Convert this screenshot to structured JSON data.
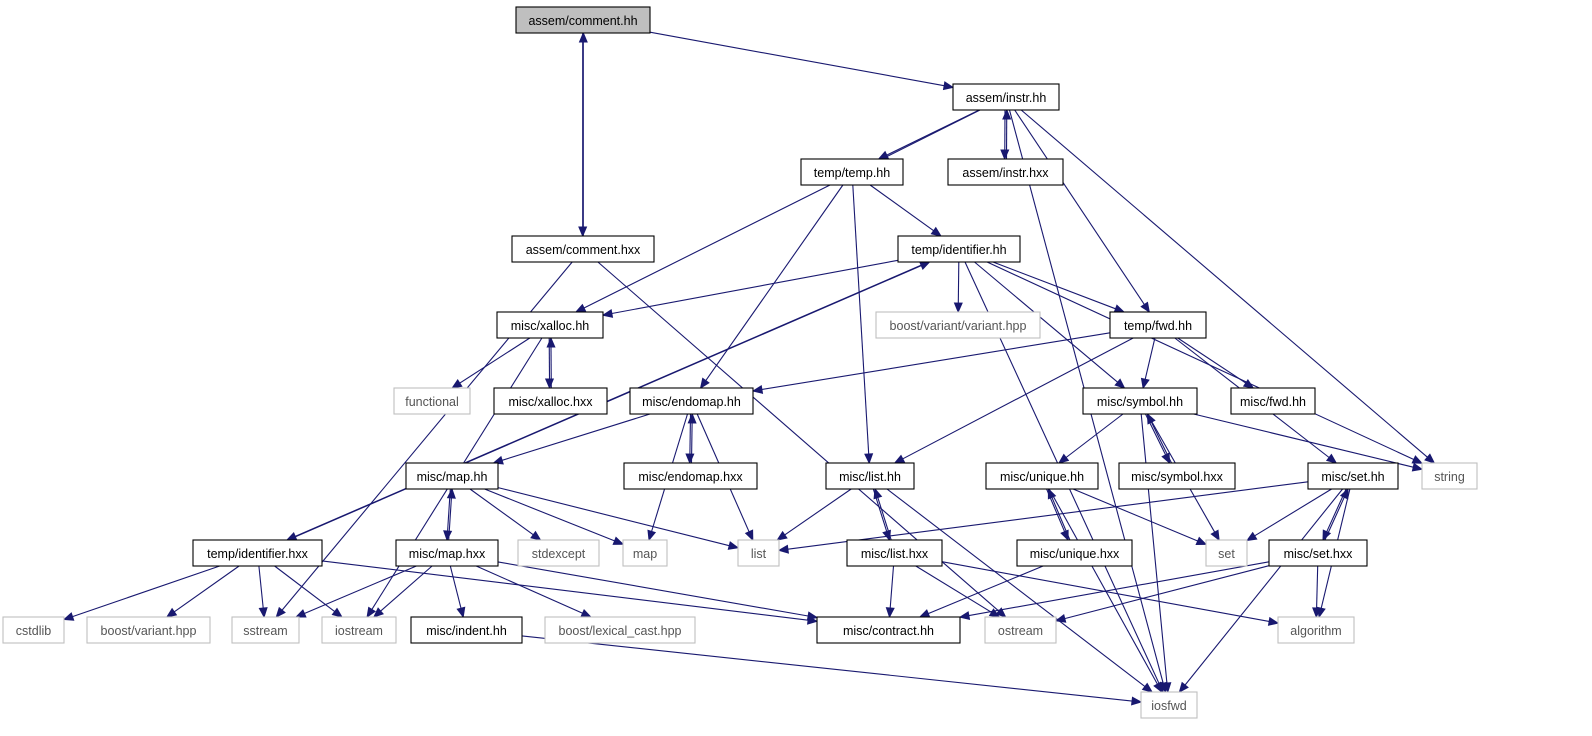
{
  "graph": {
    "nodes": [
      {
        "id": "comment_hh",
        "label": "assem/comment.hh",
        "kind": "root"
      },
      {
        "id": "instr_hh",
        "label": "assem/instr.hh",
        "kind": "internal"
      },
      {
        "id": "temp_hh",
        "label": "temp/temp.hh",
        "kind": "internal"
      },
      {
        "id": "instr_hxx",
        "label": "assem/instr.hxx",
        "kind": "internal"
      },
      {
        "id": "comment_hxx",
        "label": "assem/comment.hxx",
        "kind": "internal"
      },
      {
        "id": "identifier_hh",
        "label": "temp/identifier.hh",
        "kind": "internal"
      },
      {
        "id": "xalloc_hh",
        "label": "misc/xalloc.hh",
        "kind": "internal"
      },
      {
        "id": "boost_variant_variant",
        "label": "boost/variant/variant.hpp",
        "kind": "external"
      },
      {
        "id": "fwd_hh_temp",
        "label": "temp/fwd.hh",
        "kind": "internal"
      },
      {
        "id": "functional",
        "label": "functional",
        "kind": "external"
      },
      {
        "id": "xalloc_hxx",
        "label": "misc/xalloc.hxx",
        "kind": "internal"
      },
      {
        "id": "endomap_hh",
        "label": "misc/endomap.hh",
        "kind": "internal"
      },
      {
        "id": "symbol_hh",
        "label": "misc/symbol.hh",
        "kind": "internal"
      },
      {
        "id": "misc_fwd_hh",
        "label": "misc/fwd.hh",
        "kind": "internal"
      },
      {
        "id": "map_hh",
        "label": "misc/map.hh",
        "kind": "internal"
      },
      {
        "id": "endomap_hxx",
        "label": "misc/endomap.hxx",
        "kind": "internal"
      },
      {
        "id": "list_hh",
        "label": "misc/list.hh",
        "kind": "internal"
      },
      {
        "id": "unique_hh",
        "label": "misc/unique.hh",
        "kind": "internal"
      },
      {
        "id": "symbol_hxx",
        "label": "misc/symbol.hxx",
        "kind": "internal"
      },
      {
        "id": "set_hh",
        "label": "misc/set.hh",
        "kind": "internal"
      },
      {
        "id": "string",
        "label": "string",
        "kind": "external"
      },
      {
        "id": "identifier_hxx",
        "label": "temp/identifier.hxx",
        "kind": "internal"
      },
      {
        "id": "map_hxx",
        "label": "misc/map.hxx",
        "kind": "internal"
      },
      {
        "id": "stdexcept",
        "label": "stdexcept",
        "kind": "external"
      },
      {
        "id": "map",
        "label": "map",
        "kind": "external"
      },
      {
        "id": "list",
        "label": "list",
        "kind": "external"
      },
      {
        "id": "list_hxx",
        "label": "misc/list.hxx",
        "kind": "internal"
      },
      {
        "id": "unique_hxx",
        "label": "misc/unique.hxx",
        "kind": "internal"
      },
      {
        "id": "set",
        "label": "set",
        "kind": "external"
      },
      {
        "id": "set_hxx",
        "label": "misc/set.hxx",
        "kind": "internal"
      },
      {
        "id": "cstdlib",
        "label": "cstdlib",
        "kind": "external"
      },
      {
        "id": "boost_variant",
        "label": "boost/variant.hpp",
        "kind": "external"
      },
      {
        "id": "sstream",
        "label": "sstream",
        "kind": "external"
      },
      {
        "id": "iostream",
        "label": "iostream",
        "kind": "external"
      },
      {
        "id": "indent_hh",
        "label": "misc/indent.hh",
        "kind": "internal"
      },
      {
        "id": "lexical_cast",
        "label": "boost/lexical_cast.hpp",
        "kind": "external"
      },
      {
        "id": "contract_hh",
        "label": "misc/contract.hh",
        "kind": "internal"
      },
      {
        "id": "ostream",
        "label": "ostream",
        "kind": "external"
      },
      {
        "id": "algorithm",
        "label": "algorithm",
        "kind": "external"
      },
      {
        "id": "iosfwd",
        "label": "iosfwd",
        "kind": "external"
      }
    ],
    "edges": [
      {
        "from": "comment_hh",
        "to": "instr_hh"
      },
      {
        "from": "comment_hh",
        "to": "comment_hxx"
      },
      {
        "from": "comment_hxx",
        "to": "comment_hh"
      },
      {
        "from": "comment_hxx",
        "to": "sstream"
      },
      {
        "from": "comment_hxx",
        "to": "ostream"
      },
      {
        "from": "instr_hh",
        "to": "temp_hh"
      },
      {
        "from": "instr_hh",
        "to": "instr_hxx"
      },
      {
        "from": "instr_hxx",
        "to": "instr_hh"
      },
      {
        "from": "instr_hh",
        "to": "xalloc_hh"
      },
      {
        "from": "instr_hh",
        "to": "fwd_hh_temp"
      },
      {
        "from": "instr_hh",
        "to": "string"
      },
      {
        "from": "instr_hh",
        "to": "iosfwd"
      },
      {
        "from": "temp_hh",
        "to": "identifier_hh"
      },
      {
        "from": "temp_hh",
        "to": "endomap_hh"
      },
      {
        "from": "temp_hh",
        "to": "list_hh"
      },
      {
        "from": "identifier_hh",
        "to": "xalloc_hh"
      },
      {
        "from": "identifier_hh",
        "to": "boost_variant_variant"
      },
      {
        "from": "identifier_hh",
        "to": "fwd_hh_temp"
      },
      {
        "from": "identifier_hh",
        "to": "symbol_hh"
      },
      {
        "from": "identifier_hh",
        "to": "string"
      },
      {
        "from": "identifier_hh",
        "to": "iosfwd"
      },
      {
        "from": "identifier_hh",
        "to": "identifier_hxx"
      },
      {
        "from": "identifier_hxx",
        "to": "identifier_hh"
      },
      {
        "from": "xalloc_hh",
        "to": "functional"
      },
      {
        "from": "xalloc_hh",
        "to": "xalloc_hxx"
      },
      {
        "from": "xalloc_hxx",
        "to": "xalloc_hh"
      },
      {
        "from": "xalloc_hh",
        "to": "iostream"
      },
      {
        "from": "fwd_hh_temp",
        "to": "endomap_hh"
      },
      {
        "from": "fwd_hh_temp",
        "to": "symbol_hh"
      },
      {
        "from": "fwd_hh_temp",
        "to": "misc_fwd_hh"
      },
      {
        "from": "fwd_hh_temp",
        "to": "list_hh"
      },
      {
        "from": "fwd_hh_temp",
        "to": "set_hh"
      },
      {
        "from": "endomap_hh",
        "to": "map_hh"
      },
      {
        "from": "endomap_hh",
        "to": "endomap_hxx"
      },
      {
        "from": "endomap_hxx",
        "to": "endomap_hh"
      },
      {
        "from": "endomap_hh",
        "to": "map"
      },
      {
        "from": "endomap_hh",
        "to": "list"
      },
      {
        "from": "symbol_hh",
        "to": "unique_hh"
      },
      {
        "from": "symbol_hh",
        "to": "symbol_hxx"
      },
      {
        "from": "symbol_hxx",
        "to": "symbol_hh"
      },
      {
        "from": "symbol_hh",
        "to": "string"
      },
      {
        "from": "symbol_hh",
        "to": "set"
      },
      {
        "from": "symbol_hh",
        "to": "iosfwd"
      },
      {
        "from": "map_hh",
        "to": "map_hxx"
      },
      {
        "from": "map_hxx",
        "to": "map_hh"
      },
      {
        "from": "map_hh",
        "to": "stdexcept"
      },
      {
        "from": "map_hh",
        "to": "map"
      },
      {
        "from": "map_hh",
        "to": "list"
      },
      {
        "from": "list_hh",
        "to": "list"
      },
      {
        "from": "list_hh",
        "to": "list_hxx"
      },
      {
        "from": "list_hxx",
        "to": "list_hh"
      },
      {
        "from": "list_hh",
        "to": "iosfwd"
      },
      {
        "from": "unique_hh",
        "to": "unique_hxx"
      },
      {
        "from": "unique_hxx",
        "to": "unique_hh"
      },
      {
        "from": "unique_hh",
        "to": "set"
      },
      {
        "from": "unique_hh",
        "to": "iosfwd"
      },
      {
        "from": "set_hh",
        "to": "list"
      },
      {
        "from": "set_hh",
        "to": "set"
      },
      {
        "from": "set_hh",
        "to": "set_hxx"
      },
      {
        "from": "set_hxx",
        "to": "set_hh"
      },
      {
        "from": "set_hh",
        "to": "algorithm"
      },
      {
        "from": "set_hh",
        "to": "iosfwd"
      },
      {
        "from": "identifier_hxx",
        "to": "cstdlib"
      },
      {
        "from": "identifier_hxx",
        "to": "boost_variant"
      },
      {
        "from": "identifier_hxx",
        "to": "sstream"
      },
      {
        "from": "identifier_hxx",
        "to": "iostream"
      },
      {
        "from": "identifier_hxx",
        "to": "contract_hh"
      },
      {
        "from": "map_hxx",
        "to": "sstream"
      },
      {
        "from": "map_hxx",
        "to": "iostream"
      },
      {
        "from": "map_hxx",
        "to": "indent_hh"
      },
      {
        "from": "map_hxx",
        "to": "lexical_cast"
      },
      {
        "from": "map_hxx",
        "to": "contract_hh"
      },
      {
        "from": "list_hxx",
        "to": "contract_hh"
      },
      {
        "from": "list_hxx",
        "to": "ostream"
      },
      {
        "from": "list_hxx",
        "to": "algorithm"
      },
      {
        "from": "unique_hxx",
        "to": "contract_hh"
      },
      {
        "from": "set_hxx",
        "to": "contract_hh"
      },
      {
        "from": "set_hxx",
        "to": "ostream"
      },
      {
        "from": "set_hxx",
        "to": "algorithm"
      },
      {
        "from": "indent_hh",
        "to": "iosfwd"
      }
    ]
  },
  "colors": {
    "edge": "#191970",
    "node_border": "#000000",
    "external_border": "#bfbfbf",
    "root_fill": "#bfbfbf",
    "background": "#ffffff"
  }
}
